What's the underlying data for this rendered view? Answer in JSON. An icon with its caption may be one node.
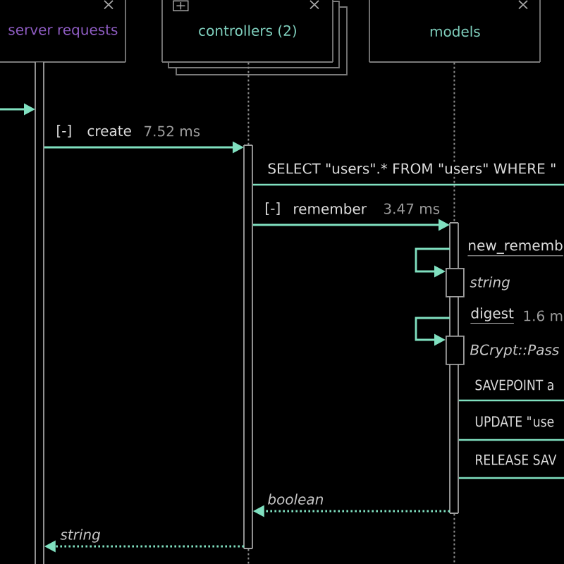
{
  "diagram": {
    "nodes": [
      {
        "text": [
          "server requests"
        ]
      },
      {
        "text": [
          "controllers (2)"
        ]
      },
      {
        "text": [
          "models"
        ]
      },
      {
        "text": [],
        "shape": "bar"
      },
      {
        "text": [],
        "shape": "bar"
      },
      {
        "text": [],
        "shape": "bar"
      },
      {
        "text": [],
        "shape": "box",
        "beside": [
          "string"
        ]
      },
      {
        "text": [],
        "shape": "box",
        "beside": [
          "BCrypt::Pass"
        ]
      }
    ],
    "edges": [
      {
        "from": 1,
        "to": 4,
        "arrow": "none",
        "style": "dashed",
        "color": "#8a8a8a"
      },
      {
        "from": 2,
        "to": 5,
        "arrow": "none",
        "style": "dashed",
        "color": "#8a8a8a"
      },
      {
        "from": 4,
        "to": null,
        "arrow": "none",
        "style": "dashed",
        "color": "#8a8a8a"
      },
      {
        "from": 5,
        "to": null,
        "arrow": "none",
        "style": "dashed",
        "color": "#8a8a8a"
      },
      {
        "from": null,
        "to": 3,
        "arrow": "to"
      },
      {
        "from": 3,
        "to": 4,
        "arrow": "to",
        "label": "create"
      },
      {
        "from": 4,
        "to": 5,
        "arrow": "to",
        "label": "remember"
      },
      {
        "from": 5,
        "to": 6,
        "arrow": "to",
        "label": "new_rememb"
      },
      {
        "from": 5,
        "to": 7,
        "arrow": "to",
        "label": "digest"
      },
      {
        "from": 5,
        "to": 4,
        "arrow": "to",
        "style": "dashed",
        "label": "boolean"
      },
      {
        "from": 4,
        "to": 3,
        "arrow": "to",
        "style": "dashed",
        "label": "string"
      }
    ],
    "labels": [
      "[-]",
      "7.52 ms",
      "SELECT \"users\".* FROM \"users\" WHERE \"",
      "[-]",
      "3.47 ms",
      "1.6 m",
      "SAVEPOINT a",
      "UPDATE \"use",
      "RELEASE SAV"
    ]
  }
}
